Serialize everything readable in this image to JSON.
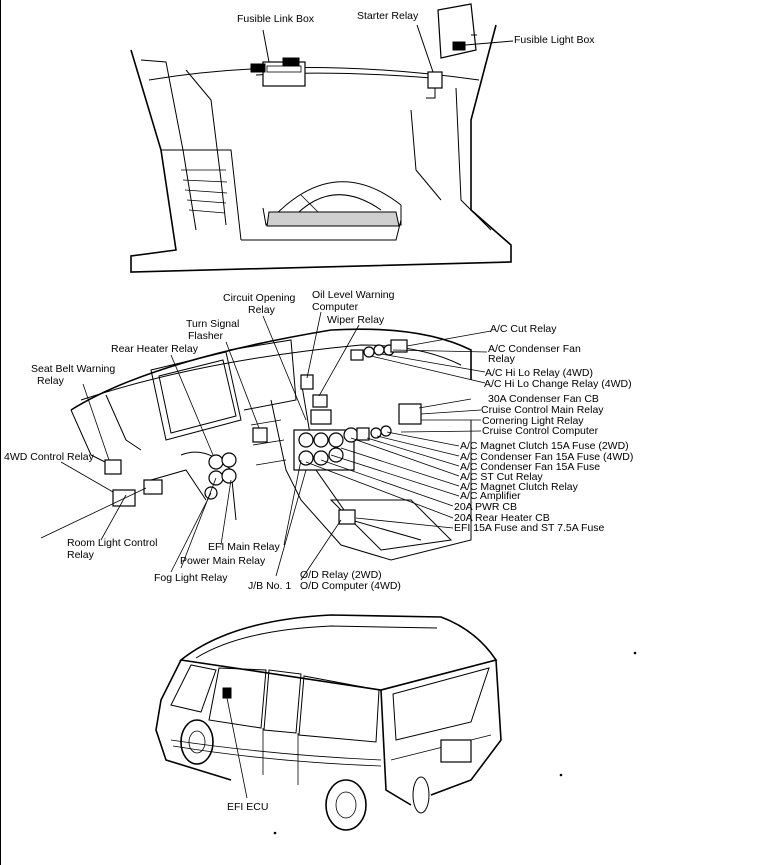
{
  "panels": {
    "engine_bay": {
      "labels": {
        "fusible_link_box": "Fusible Link Box",
        "starter_relay": "Starter Relay",
        "fusible_light_box": "Fusible Light Box"
      }
    },
    "dashboard": {
      "labels": {
        "circuit_opening_relay_1": "Circuit Opening",
        "circuit_opening_relay_2": "Relay",
        "oil_level_1": "Oil Level Warning",
        "oil_level_2": "Computer",
        "wiper_relay": "Wiper Relay",
        "turn_signal_1": "Turn Signal",
        "turn_signal_2": "Flasher",
        "rear_heater_relay": "Rear Heater Relay",
        "seat_belt_1": "Seat Belt Warning",
        "seat_belt_2": "Relay",
        "four_wd_control": "4WD Control Relay",
        "room_light_1": "Room Light Control",
        "room_light_2": "Relay",
        "efi_main_relay": "EFI Main Relay",
        "power_main_relay": "Power Main Relay",
        "fog_light_relay": "Fog Light Relay",
        "jb_no1": "J/B No. 1",
        "od_relay": "O/D Relay (2WD)",
        "od_computer": "O/D Computer (4WD)",
        "ac_cut_relay": "A/C Cut Relay",
        "ac_condenser_fan_1": "A/C Condenser Fan",
        "ac_condenser_fan_2": "Relay",
        "ac_hi_lo_relay": "A/C Hi Lo Relay (4WD)",
        "ac_hi_lo_change": "A/C Hi Lo Change Relay (4WD)",
        "condenser_fan_cb": "30A Condenser Fan CB",
        "cruise_main_relay": "Cruise Control Main Relay",
        "cornering_light": "Cornering Light Relay",
        "cruise_computer": "Cruise Control Computer",
        "ac_magnet_fuse": "A/C Magnet Clutch 15A Fuse (2WD)",
        "ac_cond_fan_fuse_4wd": "A/C Condenser Fan 15A Fuse (4WD)",
        "ac_cond_fan_fuse": "A/C Condenser Fan 15A Fuse",
        "ac_st_cut": "A/C ST Cut Relay",
        "ac_magnet_relay": "A/C Magnet Clutch Relay",
        "ac_amplifier": "A/C Amplifier",
        "pwr_cb": "20A PWR CB",
        "rear_heater_cb": "20A Rear Heater CB",
        "efi_fuse": "EFI 15A Fuse and ST 7.5A Fuse"
      }
    },
    "van": {
      "labels": {
        "efi_ecu": "EFI ECU"
      }
    }
  }
}
